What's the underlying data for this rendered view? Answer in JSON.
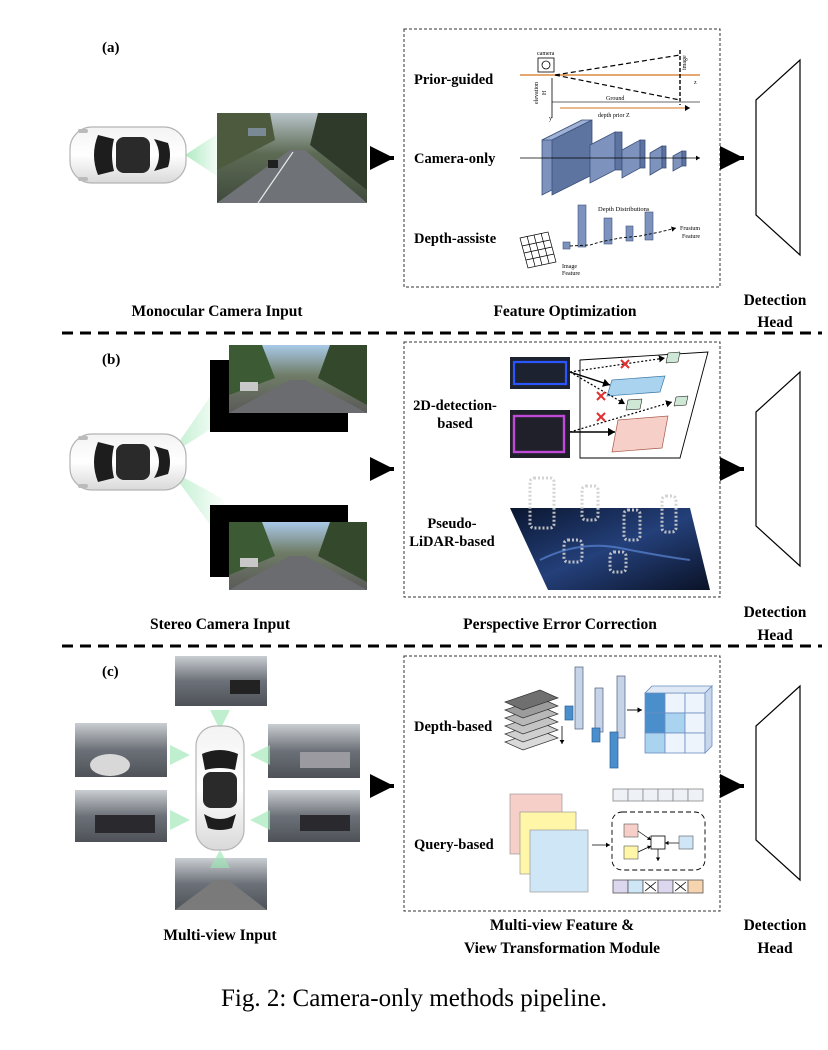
{
  "panels": [
    {
      "tag": "(a)",
      "input_label": "Monocular Camera Input",
      "module_label": "Feature Optimization",
      "head_label_1": "Detection",
      "head_label_2": "Head",
      "methods": [
        "Prior-guided",
        "Camera-only",
        "Depth-assiste"
      ],
      "prior_texts": {
        "camera": "camera",
        "image": "image",
        "elevation": "elevation",
        "h": "H",
        "ground": "Ground",
        "depth_prior": "depth prior Z",
        "z": "z",
        "y": "y"
      },
      "depth_texts": {
        "distributions": "Depth Distributions",
        "frustum_1": "Frustum",
        "frustum_2": "Feature",
        "image_feat_1": "Image",
        "image_feat_2": "Feature"
      }
    },
    {
      "tag": "(b)",
      "input_label": "Stereo Camera Input",
      "module_label": "Perspective Error Correction",
      "head_label_1": "Detection",
      "head_label_2": "Head",
      "methods": [
        "2D-detection-",
        "based",
        "Pseudo-",
        "LiDAR-based"
      ]
    },
    {
      "tag": "(c)",
      "input_label": "Multi-view Input",
      "module_label_1": "Multi-view Feature &",
      "module_label_2": "View Transformation Module",
      "head_label_1": "Detection",
      "head_label_2": "Head",
      "methods": [
        "Depth-based",
        "Query-based"
      ]
    }
  ],
  "caption": "Fig. 2: Camera-only methods pipeline.",
  "colors": {
    "feature_blue": "#7d93bd",
    "light_blue": "#a9d3ee",
    "mid_blue": "#4a8fcc",
    "pink": "#f6cfc8",
    "yellow": "#fff6a8",
    "prior_orange": "#d6731c",
    "red_cross": "#e03030",
    "green_ray": "#9fe7b6"
  }
}
